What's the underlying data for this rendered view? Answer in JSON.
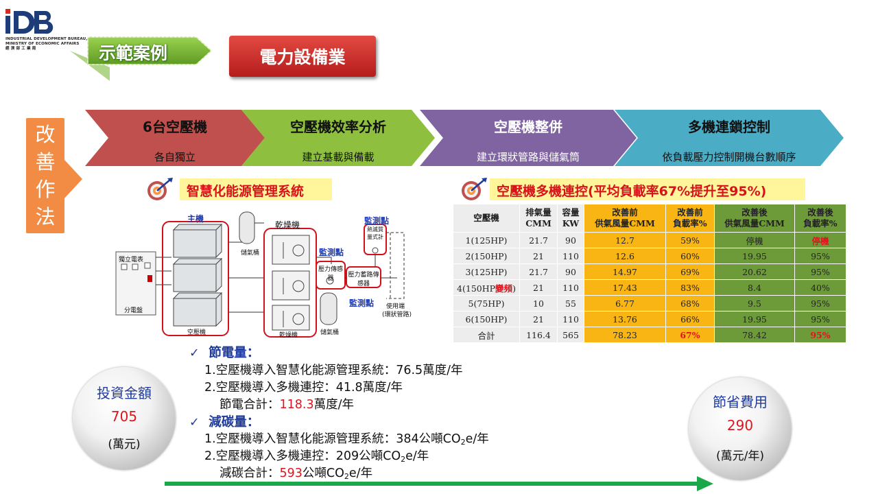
{
  "logo": {
    "mark": "IDB",
    "line1": "INDUSTRIAL DEVELOPMENT BUREAU,",
    "line2": "MINISTRY OF ECONOMIC AFFAIRS",
    "line3": "經 濟 部 工 業 局"
  },
  "header": {
    "case_label": "示範案例",
    "industry_label": "電力設備業"
  },
  "method_label": [
    "改",
    "善",
    "作",
    "法"
  ],
  "steps": [
    {
      "title": "6台空壓機",
      "subtitle": "各自獨立",
      "color": "#c0504d"
    },
    {
      "title": "空壓機效率分析",
      "subtitle": "建立基載與備載",
      "color": "#8fbf3f"
    },
    {
      "title": "空壓機整併",
      "subtitle": "建立環狀管路與儲氣筒",
      "color": "#8064a2"
    },
    {
      "title": "多機連鎖控制",
      "subtitle": "依負載壓力控制開機台數順序",
      "color": "#4bacc6"
    }
  ],
  "section_titles": {
    "ems": "智慧化能源管理系統",
    "multi": "空壓機多機連控(平均負載率67%提升至95%)"
  },
  "diagram": {
    "main_unit": "主機",
    "dryer": "乾燥機",
    "monitor_points": [
      "監測點",
      "監測點",
      "監測點"
    ],
    "panel_label": "獨立電表",
    "panel_sub": "分電盤",
    "compressor": "空壓機",
    "dryer_small": "乾燥機",
    "tank_top": "儲氣桶",
    "tank_bottom": "儲氣桶",
    "pressure_sensor": "壓力傳感器",
    "pressure_leak_sensor": "壓力蓄路傳感器",
    "flow_meter": "熱滅質量式計",
    "usage_side": "使用端",
    "loop_pipe": "(環狀管路)"
  },
  "table": {
    "headers": [
      [
        "空壓機"
      ],
      [
        "排氣量",
        "CMM"
      ],
      [
        "容量",
        "KW"
      ],
      [
        "改善前",
        "供氣風量CMM"
      ],
      [
        "改善前",
        "負載率%"
      ],
      [
        "改善後",
        "供氣風量CMM"
      ],
      [
        "改善後",
        "負載率%"
      ]
    ],
    "rows": [
      {
        "name": "1(125HP)",
        "flag": "",
        "cmm": "21.7",
        "kw": "90",
        "before_air": "12.7",
        "before_load": "59%",
        "after_air": "停機",
        "after_load": "停機"
      },
      {
        "name": "2(150HP)",
        "flag": "",
        "cmm": "21",
        "kw": "110",
        "before_air": "12.6",
        "before_load": "60%",
        "after_air": "19.95",
        "after_load": "95%"
      },
      {
        "name": "3(125HP)",
        "flag": "",
        "cmm": "21.7",
        "kw": "90",
        "before_air": "14.97",
        "before_load": "69%",
        "after_air": "20.62",
        "after_load": "95%"
      },
      {
        "name": "4(150HP",
        "flag": "變頻",
        "cmm": "21",
        "kw": "110",
        "before_air": "17.43",
        "before_load": "83%",
        "after_air": "8.4",
        "after_load": "40%"
      },
      {
        "name": "5(75HP)",
        "flag": "",
        "cmm": "10",
        "kw": "55",
        "before_air": "6.77",
        "before_load": "68%",
        "after_air": "9.5",
        "after_load": "95%"
      },
      {
        "name": "6(150HP)",
        "flag": "",
        "cmm": "21",
        "kw": "110",
        "before_air": "13.76",
        "before_load": "66%",
        "after_air": "19.95",
        "after_load": "95%"
      },
      {
        "name": "合計",
        "flag": "",
        "cmm": "116.4",
        "kw": "565",
        "before_air": "78.23",
        "before_load": "67%",
        "after_air": "78.42",
        "after_load": "95%"
      }
    ],
    "tail": ")"
  },
  "savings": {
    "check": "✓",
    "power_title": "節電量：",
    "power_1": "1.空壓機導入智慧化能源管理系統：76.5萬度/年",
    "power_2": "2.空壓機導入多機連控：41.8萬度/年",
    "power_total_prefix": "節電合計：",
    "power_total_value": "118.3",
    "power_total_unit": "萬度/年",
    "carbon_title": "減碳量：",
    "carbon_1_prefix": "1.空壓機導入智慧化能源管理系統：384公噸CO",
    "carbon_2_prefix": "2.空壓機導入多機連控：209公噸CO",
    "carbon_total_prefix": "減碳合計：",
    "carbon_total_value": "593",
    "carbon_total_unit": "公噸CO",
    "sub2": "2",
    "unit_suffix": "e/年"
  },
  "investment": {
    "label": "投資金額",
    "value": "705",
    "unit": "(萬元)"
  },
  "saving_cost": {
    "label": "節省費用",
    "value": "290",
    "unit": "(萬元/年)"
  },
  "colors": {
    "accent_red": "#e0141c",
    "title_blue": "#1f3b9c",
    "orange": "#f28c44",
    "green_arrow": "#1aa84a"
  }
}
